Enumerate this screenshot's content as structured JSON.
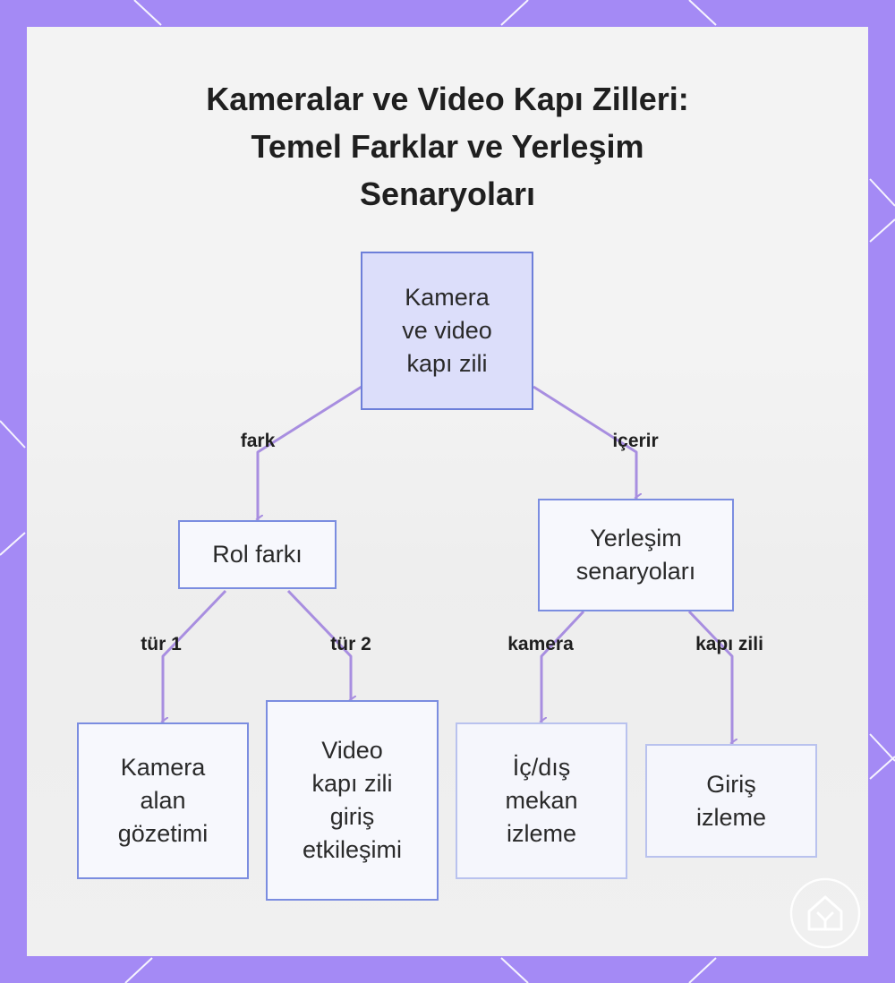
{
  "title": [
    "Kameralar ve Video Kapı Zilleri:",
    "Temel Farklar ve Yerleşim",
    "Senaryoları"
  ],
  "nodes": {
    "root": "Kamera\nve video\nkapı zili",
    "role": "Rol farkı",
    "placement": "Yerleşim\nsenaryoları",
    "camera_area": "Kamera\nalan\ngözetimi",
    "doorbell_entry": "Video\nkapı zili\ngiriş\netkileşimi",
    "indoor_outdoor": "İç/dış\nmekan\nizleme",
    "entry_monitor": "Giriş\nizleme"
  },
  "edges": {
    "fark": "fark",
    "icerir": "içerir",
    "tur1": "tür 1",
    "tur2": "tür 2",
    "kamera": "kamera",
    "kapi_zili": "kapı zili"
  },
  "colors": {
    "border": "#a48af5",
    "edge": "#a88ee0",
    "node_border": "#7b8de0",
    "root_fill": "#dcdefa"
  },
  "logo_icon": "house-shield-icon"
}
